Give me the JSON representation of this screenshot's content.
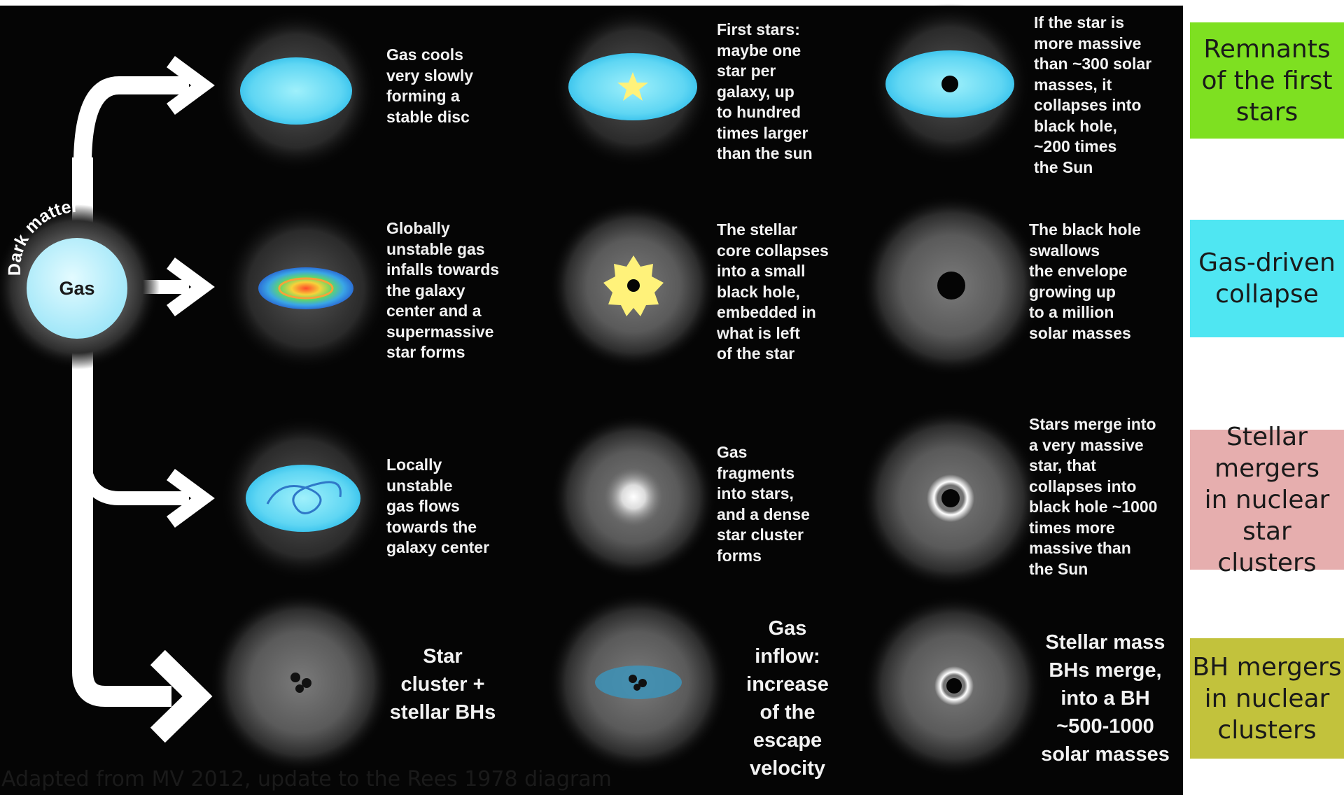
{
  "origin": {
    "arc_label": "Dark matter",
    "core_label": "Gas"
  },
  "rows": [
    {
      "col1": "Gas cools\nvery slowly\nforming a\nstable disc",
      "col2": "First stars:\nmaybe one\nstar per\ngalaxy, up\nto hundred\ntimes larger\nthan the sun",
      "col3": "If the star is\nmore massive\nthan ~300 solar\nmasses, it\ncollapses into\nblack hole,\n~200 times\nthe Sun",
      "tag": "Remnants\nof the first\nstars",
      "tag_color": "#7ee021"
    },
    {
      "col1": "Globally\nunstable gas\ninfalls towards\nthe galaxy\ncenter and a\nsupermassive\nstar forms",
      "col2": "The stellar\ncore collapses\ninto a small\nblack hole,\nembedded in\nwhat is left\nof the star",
      "col3": "The black hole\nswallows\nthe envelope\ngrowing up\nto a million\nsolar masses",
      "tag": "Gas-driven\ncollapse",
      "tag_color": "#4fe6f2"
    },
    {
      "col1": "Locally\nunstable\ngas flows\ntowards the\ngalaxy center",
      "col2": "Gas\nfragments\ninto stars,\nand a dense\nstar cluster\nforms",
      "col3": "Stars merge into\na very massive\nstar, that\ncollapses into\nblack hole ~1000\ntimes more\nmassive than\nthe Sun",
      "tag": "Stellar\nmergers\nin nuclear\nstar clusters",
      "tag_color": "#e6aeae"
    },
    {
      "col1": "Star\ncluster +\nstellar BHs",
      "col2": "Gas\ninflow:\nincrease\nof the\nescape\nvelocity",
      "col3": "Stellar mass\nBHs merge,\ninto a BH\n~500-1000\nsolar masses",
      "tag": "BH mergers\nin nuclear\nclusters",
      "tag_color": "#c2c23c"
    }
  ],
  "caption": "Adapted from MV 2012,  update to the Rees 1978 diagram",
  "colors": {
    "background": "#050505",
    "arrow": "#ffffff",
    "disc": "#6fdcf5",
    "gas_ball": "#bfeffb",
    "star": "#fff27a",
    "halo": "#6a6a6a"
  }
}
